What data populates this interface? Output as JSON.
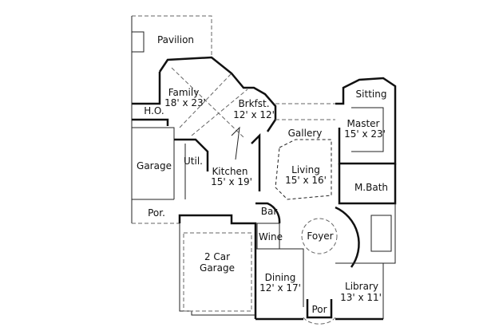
{
  "rooms": {
    "pavilion": {
      "name": "Pavilion"
    },
    "family": {
      "name": "Family",
      "size": "18' x 23'"
    },
    "brkfst": {
      "name": "Brkfst.",
      "size": "12' x 12'"
    },
    "ho": {
      "name": "H.O."
    },
    "sitting": {
      "name": "Sitting"
    },
    "master": {
      "name": "Master",
      "size": "15' x 23'"
    },
    "gallery": {
      "name": "Gallery"
    },
    "garage": {
      "name": "Garage"
    },
    "util": {
      "name": "Util."
    },
    "kitchen": {
      "name": "Kitchen",
      "size": "15' x 19'"
    },
    "living": {
      "name": "Living",
      "size": "15' x 16'"
    },
    "mbath": {
      "name": "M.Bath"
    },
    "por_left": {
      "name": "Por."
    },
    "bar": {
      "name": "Bar"
    },
    "wine": {
      "name": "Wine"
    },
    "foyer": {
      "name": "Foyer"
    },
    "two_car_garage": {
      "line1": "2 Car",
      "line2": "Garage"
    },
    "dining": {
      "name": "Dining",
      "size": "12' x 17'"
    },
    "library": {
      "name": "Library",
      "size": "13' x 11'"
    },
    "por_front": {
      "name": "Por"
    }
  }
}
